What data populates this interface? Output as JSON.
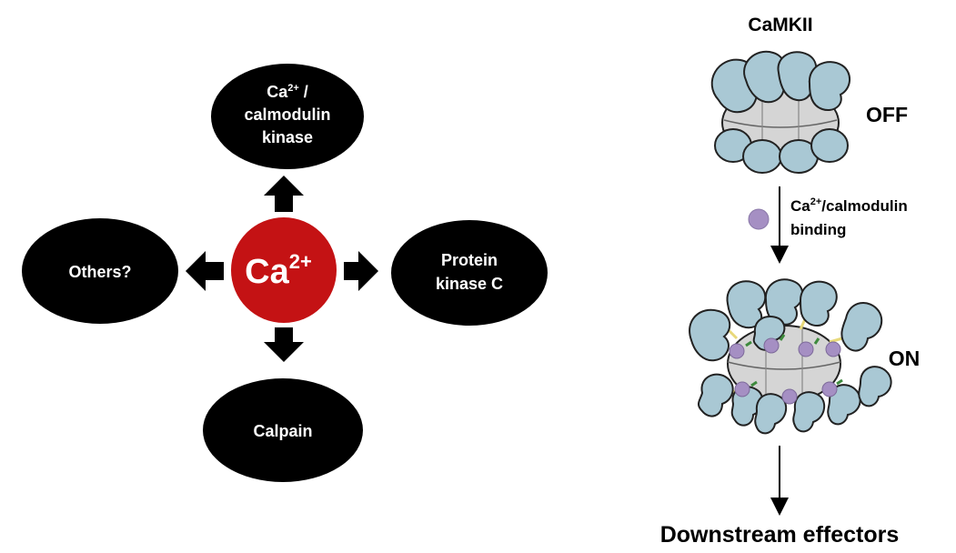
{
  "pathway": {
    "center": {
      "label": "Ca",
      "superscript": "2+"
    },
    "nodes": {
      "top": {
        "line1_base": "Ca",
        "line1_sup": "2+",
        "line1_rest": " /",
        "line2": "calmodulin",
        "line3": "kinase"
      },
      "right": {
        "line1": "Protein",
        "line2": "kinase C"
      },
      "bottom": {
        "label": "Calpain"
      },
      "left": {
        "label": "Others?"
      }
    }
  },
  "camkii": {
    "title": "CaMKII",
    "state_off": "OFF",
    "state_on": "ON",
    "binding_label": {
      "base": "Ca",
      "sup": "2+",
      "rest": "/calmodulin",
      "line2": "binding"
    },
    "output": "Downstream effectors"
  },
  "colors": {
    "node_fill": "#000000",
    "center_fill": "#c41214",
    "subunit_fill": "#a9c8d4",
    "hub_fill": "#d5d5d5",
    "calmodulin_fill": "#a58fc3",
    "linker_yellow": "#f2e6a0"
  }
}
